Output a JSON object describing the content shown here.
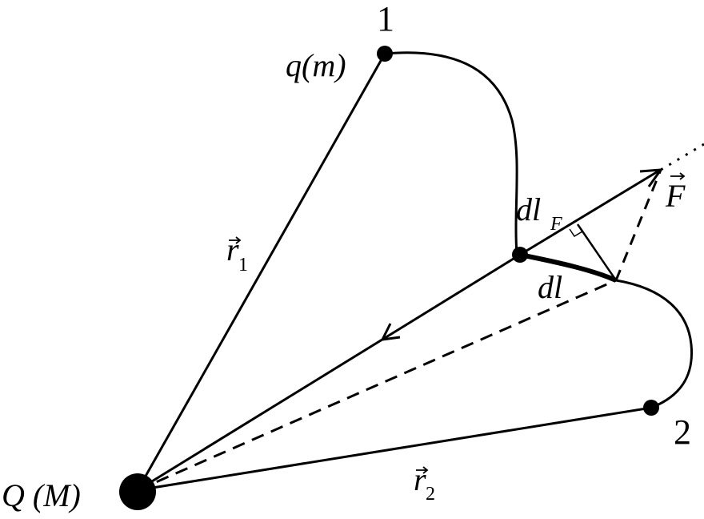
{
  "diagram": {
    "labels": {
      "point1": "1",
      "point2": "2",
      "q_m": "q(m)",
      "Q_M": "Q (M)",
      "r1_main": "r",
      "r1_sub": "1",
      "r2_main": "r",
      "r2_sub": "2",
      "F": "F",
      "dl": "dl",
      "dlF_main": "dl",
      "dlF_sub": "F"
    },
    "colors": {
      "ink": "#000000",
      "background": "#ffffff"
    }
  }
}
